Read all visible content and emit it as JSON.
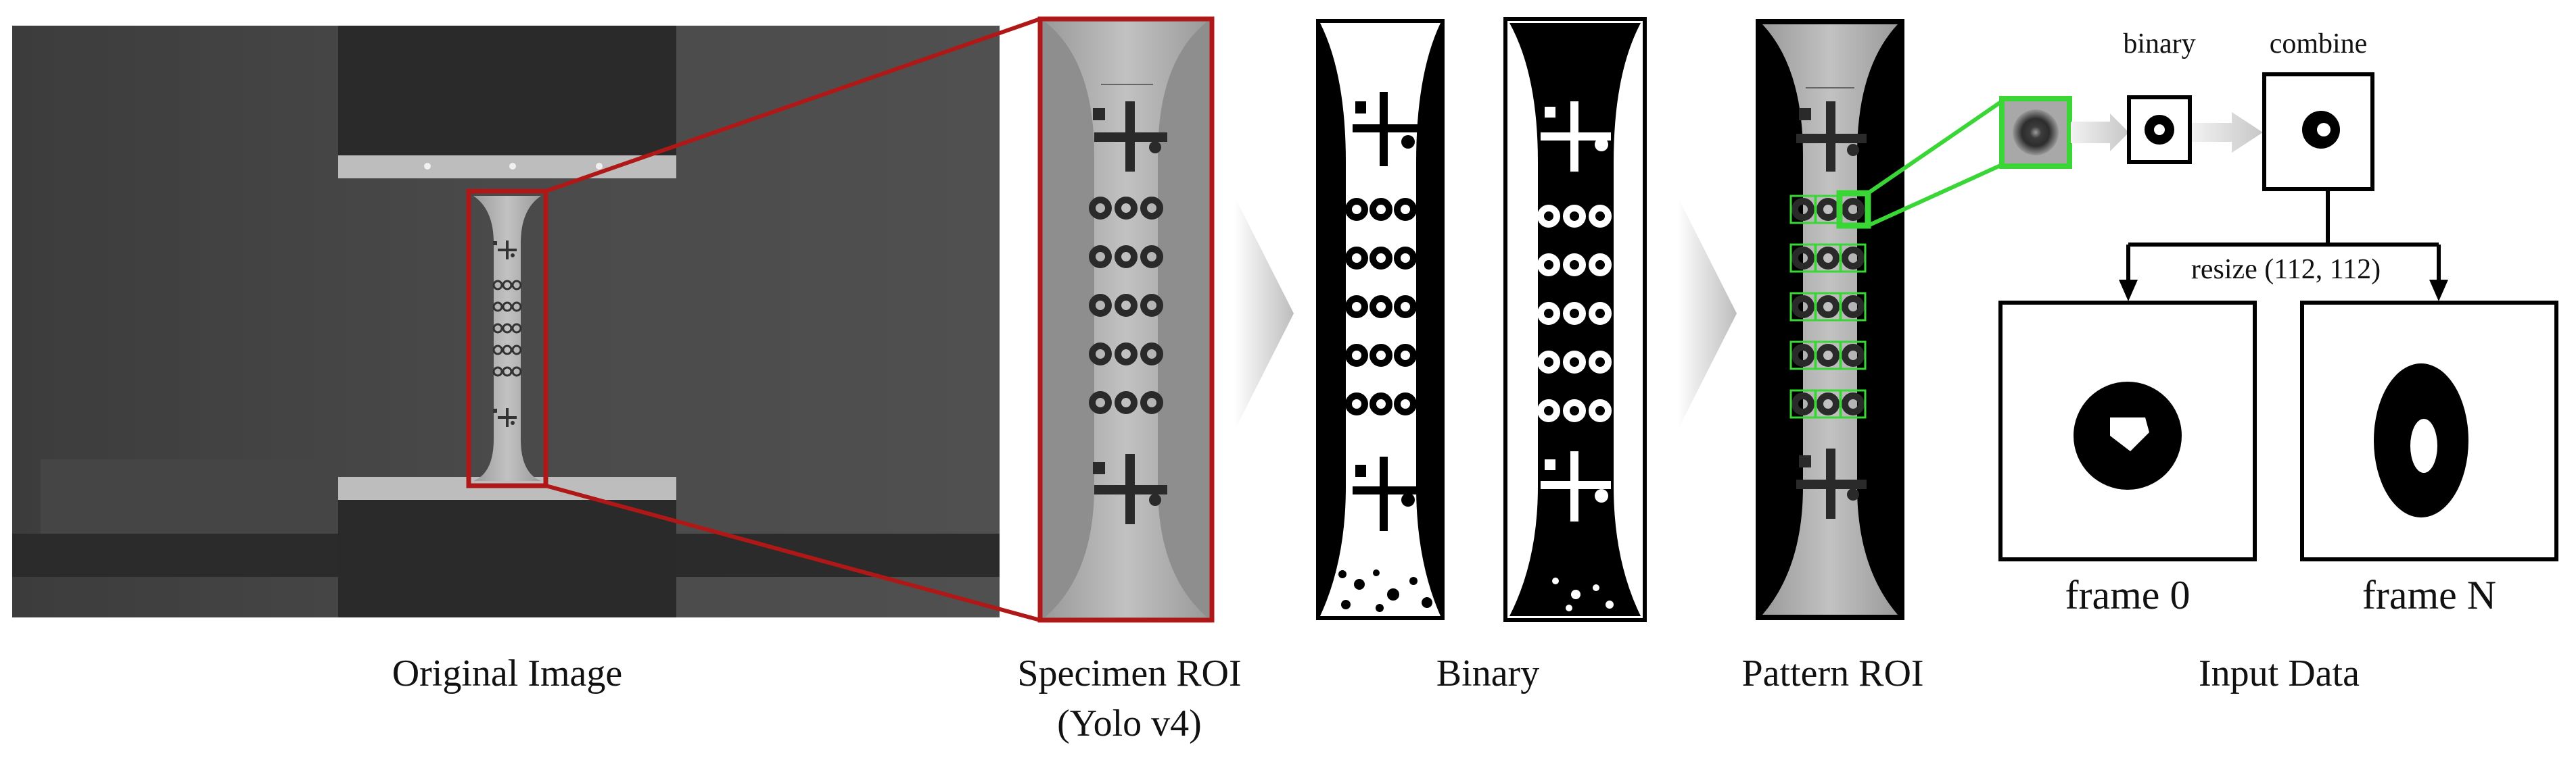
{
  "stages": {
    "original": "Original Image",
    "specimen_roi_line1": "Specimen ROI",
    "specimen_roi_line2": "(Yolo v4)",
    "binary": "Binary",
    "pattern_roi": "Pattern ROI",
    "input_data": "Input Data"
  },
  "annotations": {
    "binary": "binary",
    "combine": "combine",
    "resize": "resize (112, 112)"
  },
  "frames": {
    "first": "frame 0",
    "last": "frame N"
  },
  "colors": {
    "roi_red": "#b01818",
    "pattern_green": "#39d636",
    "arrow_gray": "#cfcfcf"
  }
}
